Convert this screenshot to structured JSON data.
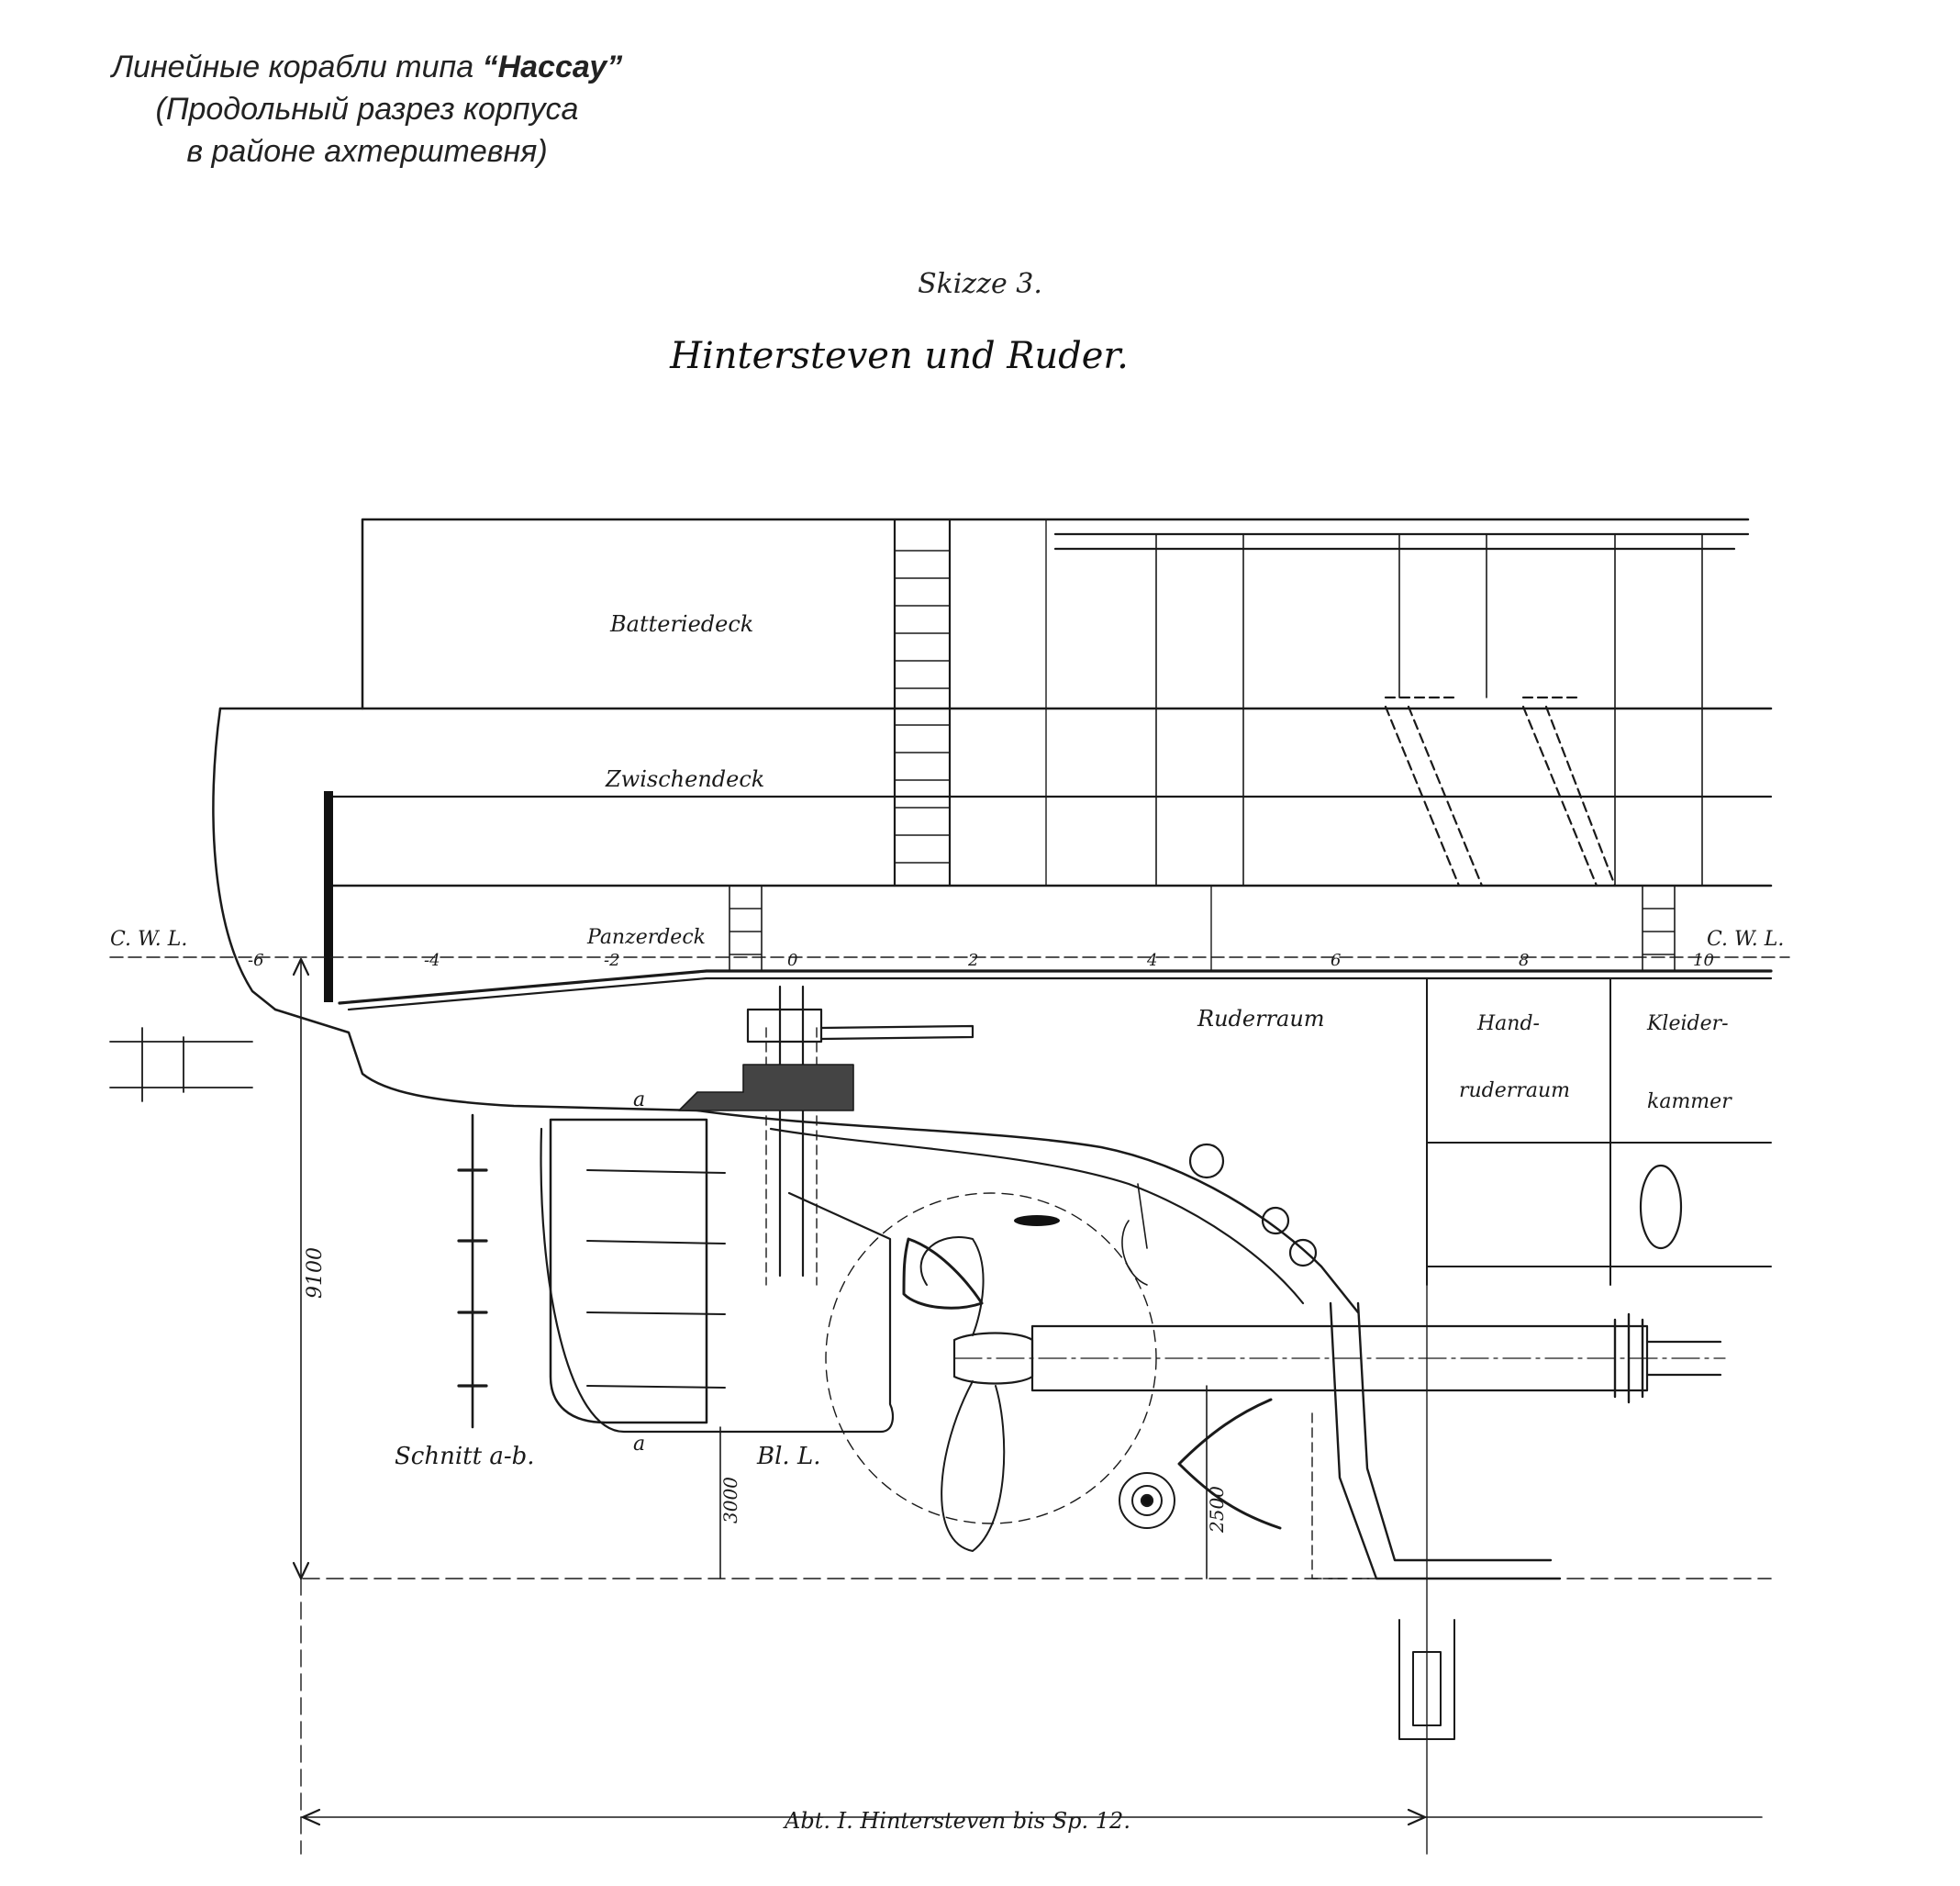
{
  "caption": {
    "line1_prefix": "Линейные корабли типа ",
    "line1_name": "“Нассау”",
    "line2": "(Продольный разрез корпуса",
    "line3": "в районе ахтерштевня)"
  },
  "drawing": {
    "sketch_number": "Skizze 3.",
    "title": "Hintersteven und Ruder.",
    "labels": {
      "battery_deck": "Batteriedeck",
      "between_deck": "Zwischendeck",
      "armor_deck": "Panzerdeck",
      "rudder_room": "Ruderraum",
      "reserve_rudder_1": "Hand-",
      "reserve_rudder_2": "ruderraum",
      "clothing_room_1": "Kleider-",
      "clothing_room_2": "kammer",
      "waterline_left": "C. W. L.",
      "waterline_right": "C. W. L.",
      "section": "Schnitt a-b.",
      "baseline": "Bl. L.",
      "mark_a_top": "a",
      "mark_a_bottom": "a",
      "dim_height": "9100",
      "dim_3000": "3000",
      "dim_2500": "2500",
      "bottom_dimension": "Abt. I. Hintersteven bis Sp. 12."
    },
    "frame_numbers": [
      "-6",
      "-4",
      "-2",
      "0",
      "2",
      "4",
      "6",
      "8",
      "10"
    ]
  }
}
